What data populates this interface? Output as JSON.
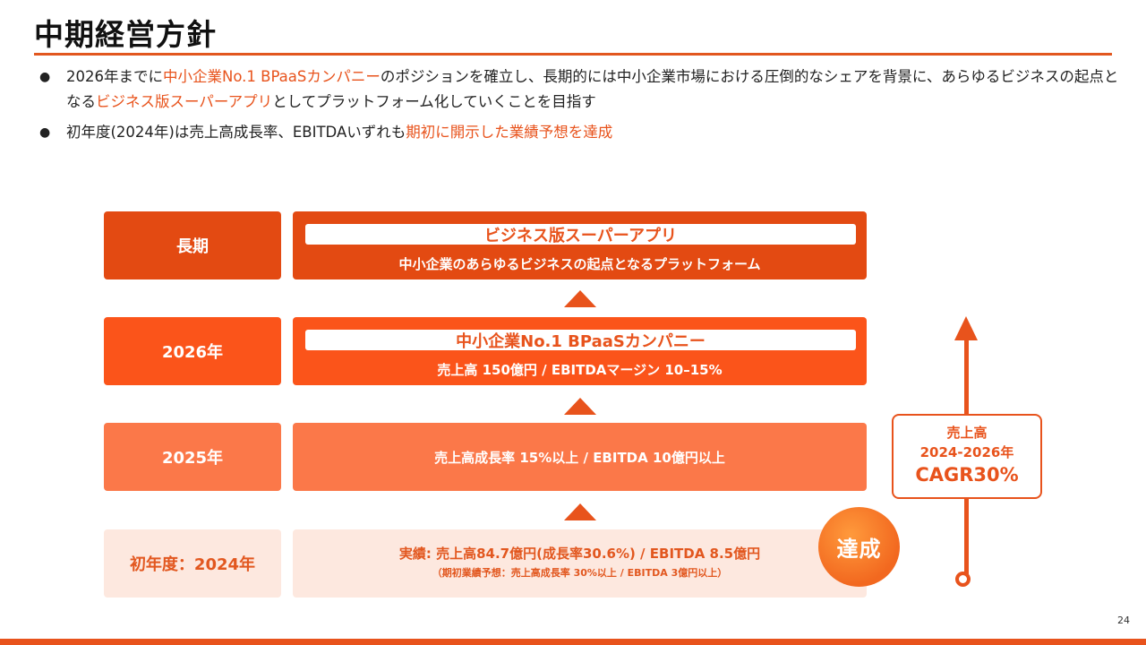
{
  "page": {
    "title": "中期経営方針",
    "page_number": "24"
  },
  "bullets": [
    {
      "marker": "●",
      "parts": [
        {
          "text": "2026年までに",
          "hl": false
        },
        {
          "text": "中小企業No.1 BPaaSカンパニー",
          "hl": true
        },
        {
          "text": "のポジションを確立し、長期的には中小企業市場における圧倒的なシェアを背景に、あらゆるビジネスの起点となる",
          "hl": false
        },
        {
          "text": "ビジネス版スーパーアプリ",
          "hl": true
        },
        {
          "text": "としてプラットフォーム化していくことを目指す",
          "hl": false
        }
      ]
    },
    {
      "marker": "●",
      "parts": [
        {
          "text": "初年度(2024年)は売上高成長率、EBITDAいずれも",
          "hl": false
        },
        {
          "text": "期初に開示した業績予想を達成",
          "hl": true
        }
      ]
    }
  ],
  "roadmap": {
    "long_term": {
      "label": "長期",
      "title": "ビジネス版スーパーアプリ",
      "sub": "中小企業のあらゆるビジネスの起点となるプラットフォーム"
    },
    "y2026": {
      "label": "2026年",
      "title": "中小企業No.1 BPaaSカンパニー",
      "sub": "売上高 150億円 / EBITDAマージン 10–15%"
    },
    "y2025": {
      "label": "2025年",
      "sub": "売上高成長率 15%以上 / EBITDA 10億円以上"
    },
    "y2024": {
      "label": "初年度：2024年",
      "main": "実績: 売上高84.7億円(成長率30.6%) / EBITDA 8.5億円",
      "note": "（期初業績予想：売上高成長率 30%以上 / EBITDA 3億円以上）"
    },
    "badge": "達成"
  },
  "cagr": {
    "line1": "売上高",
    "line2": "2024-2026年",
    "line3": "CAGR30%"
  },
  "colors": {
    "accent": "#e8531c",
    "dark": "#e34a12",
    "mid": "#fb541a",
    "light": "#fb7849",
    "pale": "#fde8df"
  }
}
